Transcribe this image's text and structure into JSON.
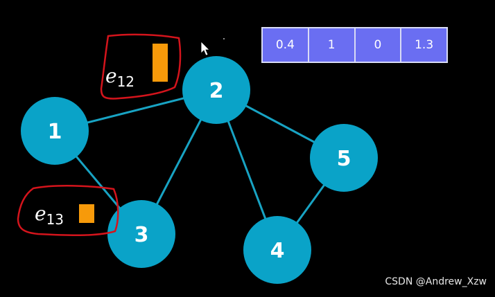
{
  "graph": {
    "nodes": [
      {
        "id": "1",
        "label": "1"
      },
      {
        "id": "2",
        "label": "2"
      },
      {
        "id": "3",
        "label": "3"
      },
      {
        "id": "4",
        "label": "4"
      },
      {
        "id": "5",
        "label": "5"
      }
    ],
    "edges": [
      {
        "from": "1",
        "to": "2"
      },
      {
        "from": "1",
        "to": "3"
      },
      {
        "from": "2",
        "to": "3"
      },
      {
        "from": "2",
        "to": "4"
      },
      {
        "from": "2",
        "to": "5"
      },
      {
        "from": "4",
        "to": "5"
      }
    ],
    "edge_annotations": [
      {
        "edge": "1-2",
        "symbol": "e",
        "subscript": "12"
      },
      {
        "edge": "1-3",
        "symbol": "e",
        "subscript": "13"
      }
    ]
  },
  "vector": [
    "0.4",
    "1",
    "0",
    "1.3"
  ],
  "watermark": "CSDN @Andrew_Xzw",
  "colors": {
    "background": "#000000",
    "node_fill": "#0aa3c8",
    "edge_stroke": "#18a3c3",
    "annotation_outline": "#d4141c",
    "attribute_box": "#f79a0a",
    "vector_fill": "#6a6ef2",
    "vector_border": "#d9dcf5",
    "node_text": "#ffffff"
  },
  "icons": {
    "cursor": "mouse-pointer-icon"
  }
}
